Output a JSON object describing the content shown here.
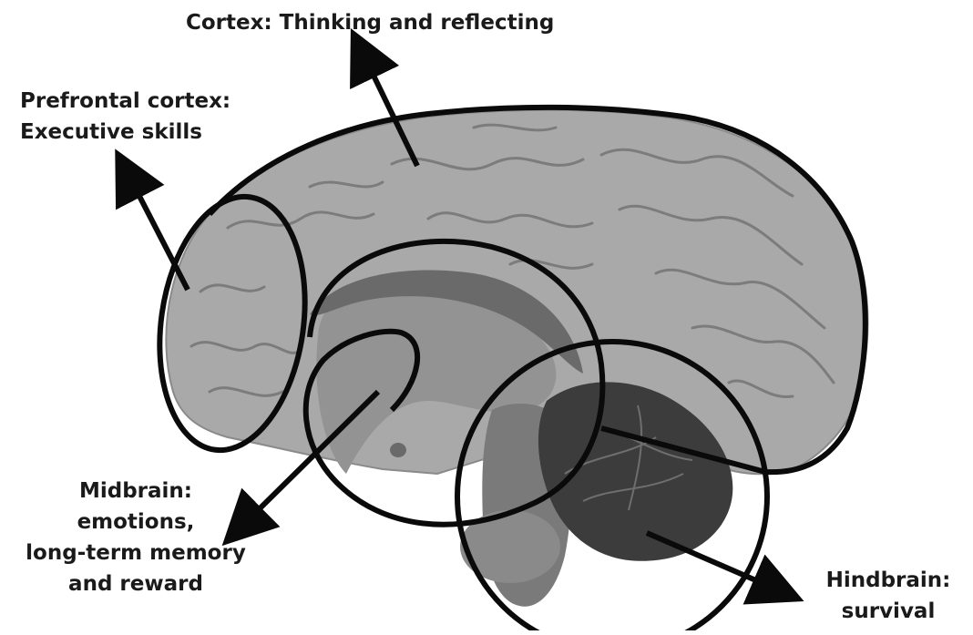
{
  "labels": {
    "cortex": "Cortex: Thinking and reflecting",
    "prefrontal": [
      "Prefrontal cortex:",
      "Executive skills"
    ],
    "midbrain": [
      "Midbrain:",
      "emotions,",
      "long-term memory",
      "and reward"
    ],
    "hindbrain": [
      "Hindbrain:",
      "survival"
    ]
  },
  "colors": {
    "outline": "#0a0a0a",
    "cortex_fill": "#a9a9a9",
    "gyri": "#7c7c7c",
    "midbrain_fill": "#8f8f8f",
    "corpus_callosum": "#6a6a6a",
    "brainstem": "#7a7a7a",
    "cerebellum": "#3c3c3c"
  }
}
